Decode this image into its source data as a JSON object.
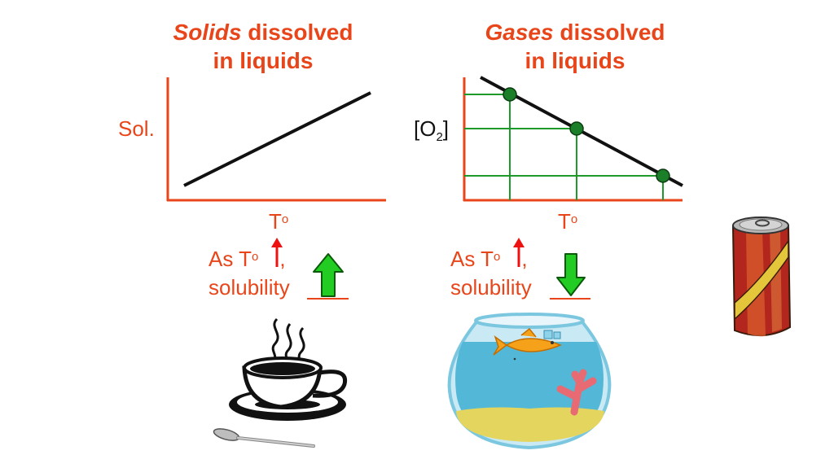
{
  "left_panel": {
    "title_emphasis": "Solids",
    "title_rest": " dissolved",
    "title_line2": "in liquids",
    "y_label": "Sol.",
    "x_label_main": "T",
    "x_label_sup": "o",
    "trend_prefix": "As T",
    "trend_sup": "o",
    "trend_comma": ",",
    "solubility_text": "solubility"
  },
  "right_panel": {
    "title_emphasis": "Gases",
    "title_rest": " dissolved",
    "title_line2": "in liquids",
    "y_label_open": "[O",
    "y_label_sub": "2",
    "y_label_close": "]",
    "x_label_main": "T",
    "x_label_sup": "o",
    "trend_prefix": "As T",
    "trend_sup": "o",
    "trend_comma": ",",
    "solubility_text": "solubility"
  },
  "colors": {
    "accent_text": "#e8461a",
    "axis": "#e8461a",
    "grid_lines": "#1d9a2a",
    "points": "#1b7f2a",
    "increase_arrow": "#22cc22",
    "decrease_arrow": "#22cc22",
    "small_arrow": "#ee1111"
  },
  "illustrations": [
    "coffee-cup-icon",
    "spoon-icon",
    "fishbowl-icon",
    "fish-icon",
    "coral-icon",
    "soda-can-icon"
  ]
}
